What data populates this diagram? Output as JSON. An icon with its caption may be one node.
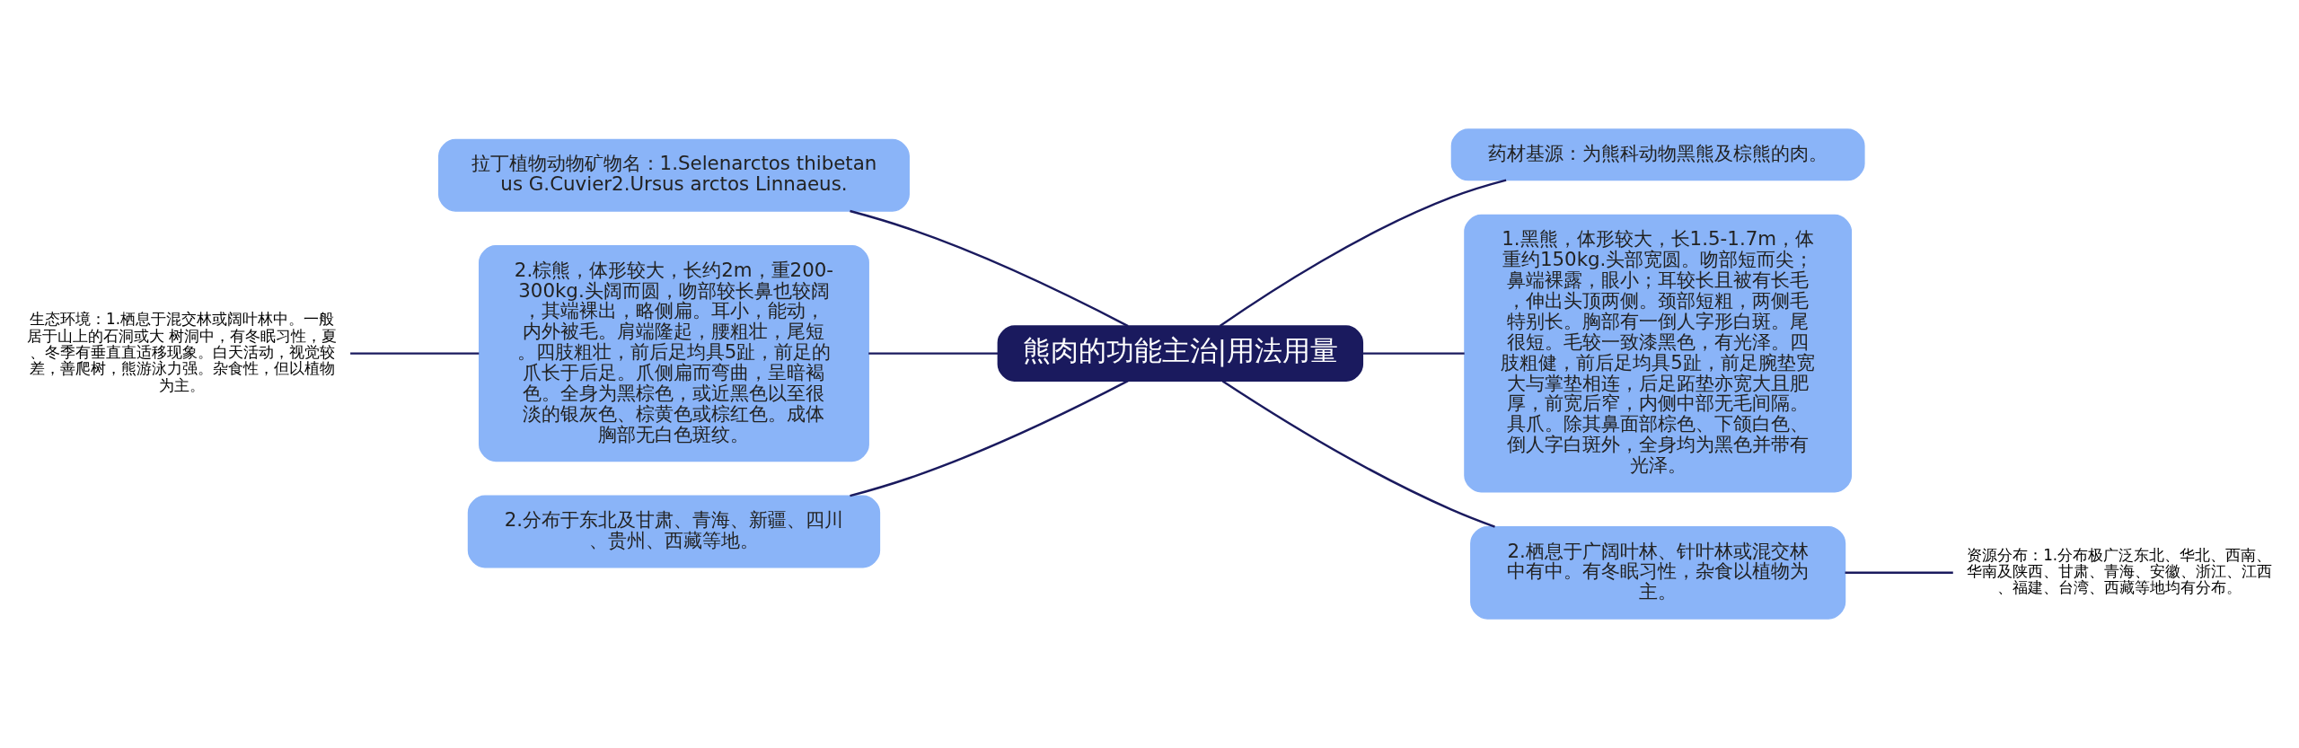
{
  "diagram": {
    "nodes": [
      {
        "text": [
          "熊肉的功能主治|用法用量"
        ]
      },
      {
        "text": [
          "拉丁植物动物矿物名：1.Selenarctos thibetanus G.Cuvier2.Ursus arctos Linnaeus."
        ]
      },
      {
        "text": [
          "2.棕熊，体形较大，长约2m，重200-300kg.头阔而圆，吻部较长鼻也较阔，其端裸出，略侧扁。耳小，能动，内外被毛。肩端隆起，腰粗壮，尾短。四肢粗壮，前后足均具5趾，前足的爪长于后足。爪侧扁而弯曲，呈暗褐色。全身为黑棕色，或近黑色以至很淡的银灰色、棕黄色或棕红色。成体胸部无白色斑纹。"
        ]
      },
      {
        "text": [
          "生态环境：1.栖息于混交林或阔叶林中。一般居于山上的石洞或大 树洞中，有冬眠习性，夏、冬季有垂直直适移现象。白天活动，视觉较差，善爬树，熊游泳力强。杂食性，但以植物为主。"
        ]
      },
      {
        "text": [
          "2.分布于东北及甘肃、青海、新疆、四川、贵州、西藏等地。"
        ]
      },
      {
        "text": [
          "药材基源：为熊科动物黑熊及棕熊的肉。"
        ]
      },
      {
        "text": [
          "1.黑熊，体形较大，长1.5-1.7m，体重约150kg.头部宽圆。吻部短而尖；鼻端裸露，眼小；耳较长且被有长毛，伸出头顶两侧。颈部短粗，两侧毛特别长。胸部有一倒人字形白斑。尾很短。毛较一致漆黑色，有光泽。四肢粗健，前后足均具5趾，前足腕垫宽大与掌垫相连，后足跖垫亦宽大且肥厚，前宽后窄，内侧中部无毛间隔。具爪。除其鼻面部棕色、下颌白色、倒人字白斑外，全身均为黑色并带有光泽。"
        ]
      },
      {
        "text": [
          "2.栖息于广阔叶林、针叶林或混交林中有中。有冬眠习性，杂食以植物为主。"
        ]
      },
      {
        "text": [
          "资源分布：1.分布极广泛东北、华北、西南、华南及陕西、甘肃、青海、安徽、浙江、江西、福建、台湾、西藏等地均有分布。"
        ]
      }
    ],
    "edges": [
      {
        "from": 0,
        "to": 1,
        "arrow": "none"
      },
      {
        "from": 0,
        "to": 2,
        "arrow": "none"
      },
      {
        "from": 2,
        "to": 3,
        "arrow": "none"
      },
      {
        "from": 0,
        "to": 4,
        "arrow": "none"
      },
      {
        "from": 0,
        "to": 5,
        "arrow": "none"
      },
      {
        "from": 0,
        "to": 6,
        "arrow": "none"
      },
      {
        "from": 0,
        "to": 7,
        "arrow": "none"
      },
      {
        "from": 7,
        "to": 8,
        "arrow": "none"
      }
    ]
  }
}
